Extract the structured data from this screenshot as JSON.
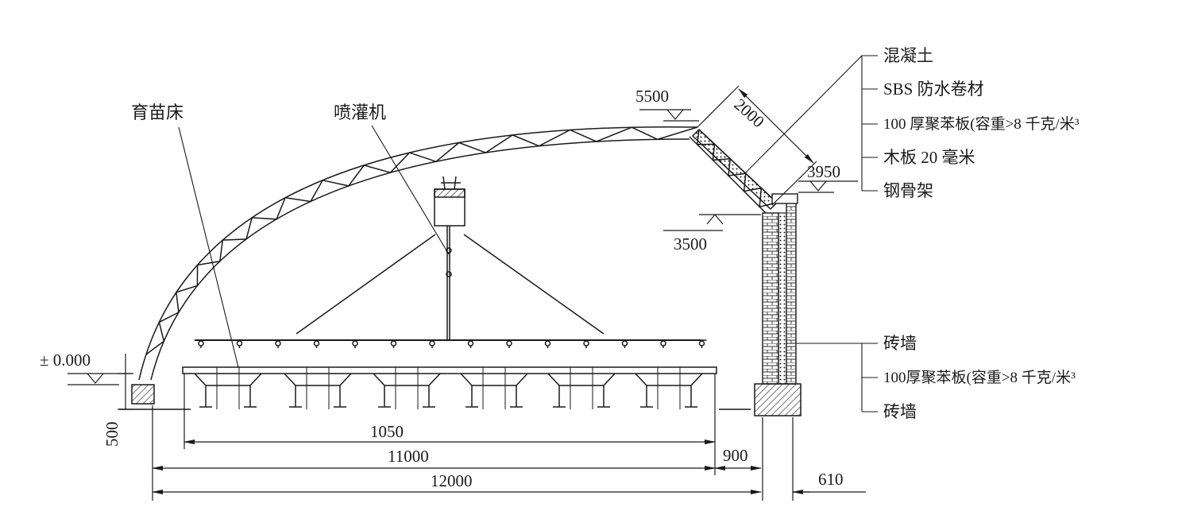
{
  "labels": {
    "seedbed": "育苗床",
    "sprinkler": "喷灌机"
  },
  "dimensions": {
    "d5500": "5500",
    "d2000": "2000",
    "d3950": "3950",
    "d3500": "3500",
    "d0000": "± 0.000",
    "d500": "500",
    "d1050": "1050",
    "d11000": "11000",
    "d900": "900",
    "d12000": "12000",
    "d610": "610"
  },
  "roof_layers": [
    "混凝土",
    "SBS 防水卷材",
    "100 厚聚苯板(容重>8 千克/米³",
    "木板 20 毫米",
    "钢骨架"
  ],
  "wall_layers": [
    "砖墙",
    "100厚聚苯板(容重>8 千克/米³",
    "砖墙"
  ],
  "colors": {
    "line": "#1a1a1a",
    "leader": "#555555",
    "hatch": "#333333"
  }
}
